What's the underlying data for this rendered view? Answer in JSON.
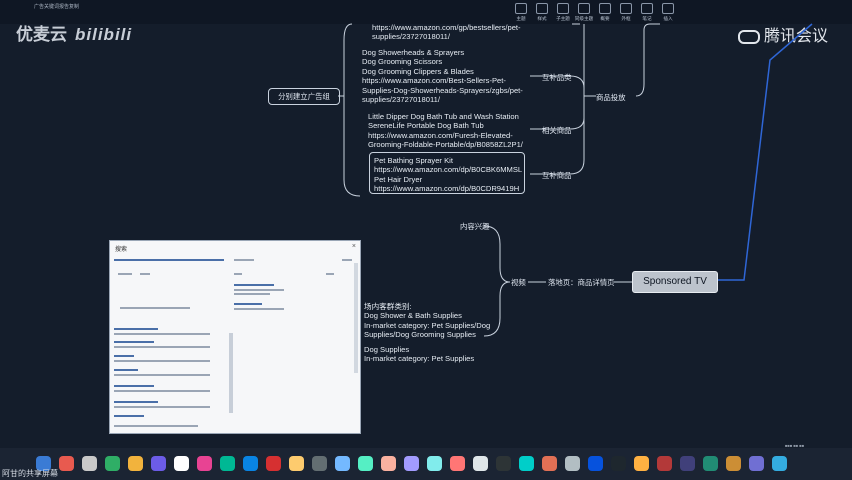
{
  "toolbar": {
    "title": "广告关键词报告复制",
    "buttons": [
      "主题",
      "样式",
      "子主题",
      "同级主题",
      "概要",
      "外框",
      "笔记",
      "插入"
    ]
  },
  "watermarks": {
    "left_brand": "优麦云",
    "left_site": "bilibili",
    "right_app": "腾讯会议"
  },
  "mindmap": {
    "ad_group": "分别建立广告组",
    "block_top": {
      "url_tail": "https://www.amazon.com/gp/bestsellers/pet-",
      "url_tail2": "supplies/23727018011/"
    },
    "block_complement": {
      "lines": [
        "Dog Showerheads & Sprayers",
        "Dog Grooming Scissors",
        "Dog Grooming Clippers & Blades",
        "https://www.amazon.com/Best-Sellers-Pet-",
        "Supplies-Dog-Showerheads-Sprayers/zgbs/pet-",
        "supplies/23727018011/"
      ],
      "label": "互补品类"
    },
    "block_related": {
      "lines": [
        "Little Dipper Dog Bath Tub and Wash Station",
        "SereneLife Portable Dog Bath Tub",
        "https://www.amazon.com/Furesh-Elevated-",
        "Grooming-Foldable-Portable/dp/B0858ZL2P1/"
      ],
      "label": "相关商品"
    },
    "block_complement_product": {
      "lines": [
        "Pet Bathing Sprayer Kit",
        "https://www.amazon.com/dp/B0CBK6MMSL",
        "Pet Hair Dryer",
        "https://www.amazon.com/dp/B0CDR9419H"
      ],
      "label": "互补商品"
    },
    "product_placement": "商品投放",
    "content_interest": "内容兴趣",
    "video": "视频",
    "landing": "落地页：商品详情页",
    "sponsored_tv": "Sponsored TV",
    "in_market": {
      "lines": [
        "场内客群类别:",
        "Dog Shower & Bath Supplies",
        "In-market category: Pet Supplies/Dog",
        "Supplies/Dog Grooming Supplies"
      ]
    },
    "dog_supplies": {
      "lines": [
        "Dog Supplies",
        "In-market category: Pet Supplies"
      ]
    }
  },
  "dialog": {
    "title": "搜索",
    "close": "×"
  },
  "taskbar": {
    "share_text": "阿甘的共享屏幕"
  },
  "colors": {
    "background": "#141d2b",
    "line": "#c9d2de",
    "sponsored_fill": "#bcc3cc",
    "arrow": "#2f66d6"
  }
}
